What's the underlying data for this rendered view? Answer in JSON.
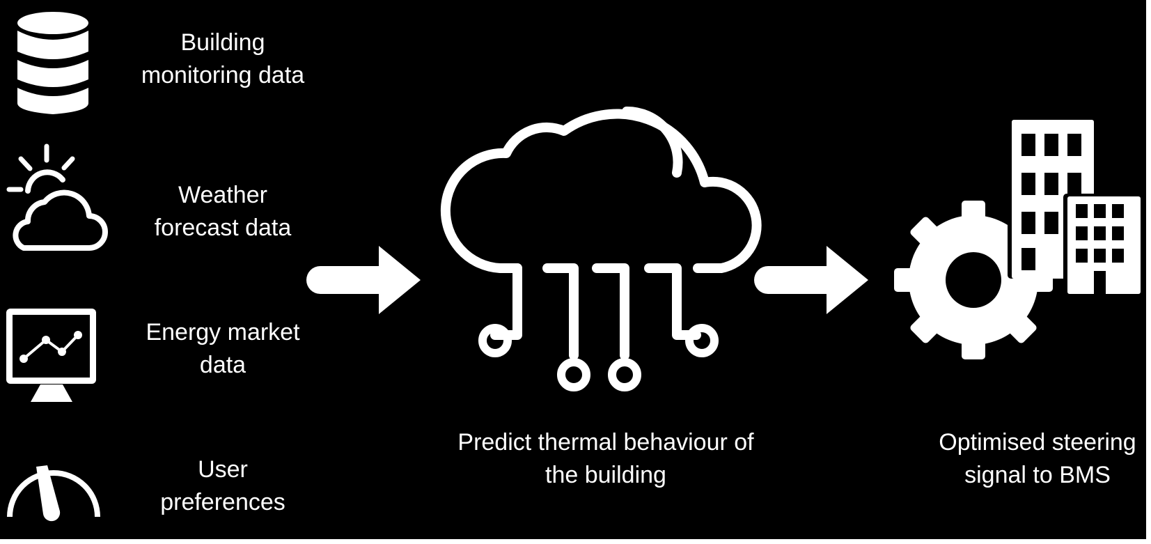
{
  "colors": {
    "background": "#000000",
    "foreground": "#ffffff"
  },
  "inputs": [
    {
      "icon": "database-icon",
      "lines": [
        "Building",
        "monitoring data"
      ]
    },
    {
      "icon": "weather-icon",
      "lines": [
        "Weather",
        "forecast data"
      ]
    },
    {
      "icon": "monitor-chart-icon",
      "lines": [
        "Energy market",
        "data"
      ]
    },
    {
      "icon": "gauge-icon",
      "lines": [
        "User",
        "preferences"
      ]
    }
  ],
  "process": {
    "icon": "cloud-circuit-icon",
    "lines": [
      "Predict thermal behaviour of",
      "the building"
    ]
  },
  "output": {
    "icon": "gear-buildings-icon",
    "lines": [
      "Optimised steering",
      "signal to BMS"
    ]
  },
  "arrows": [
    "arrow-right-icon",
    "arrow-right-icon"
  ]
}
